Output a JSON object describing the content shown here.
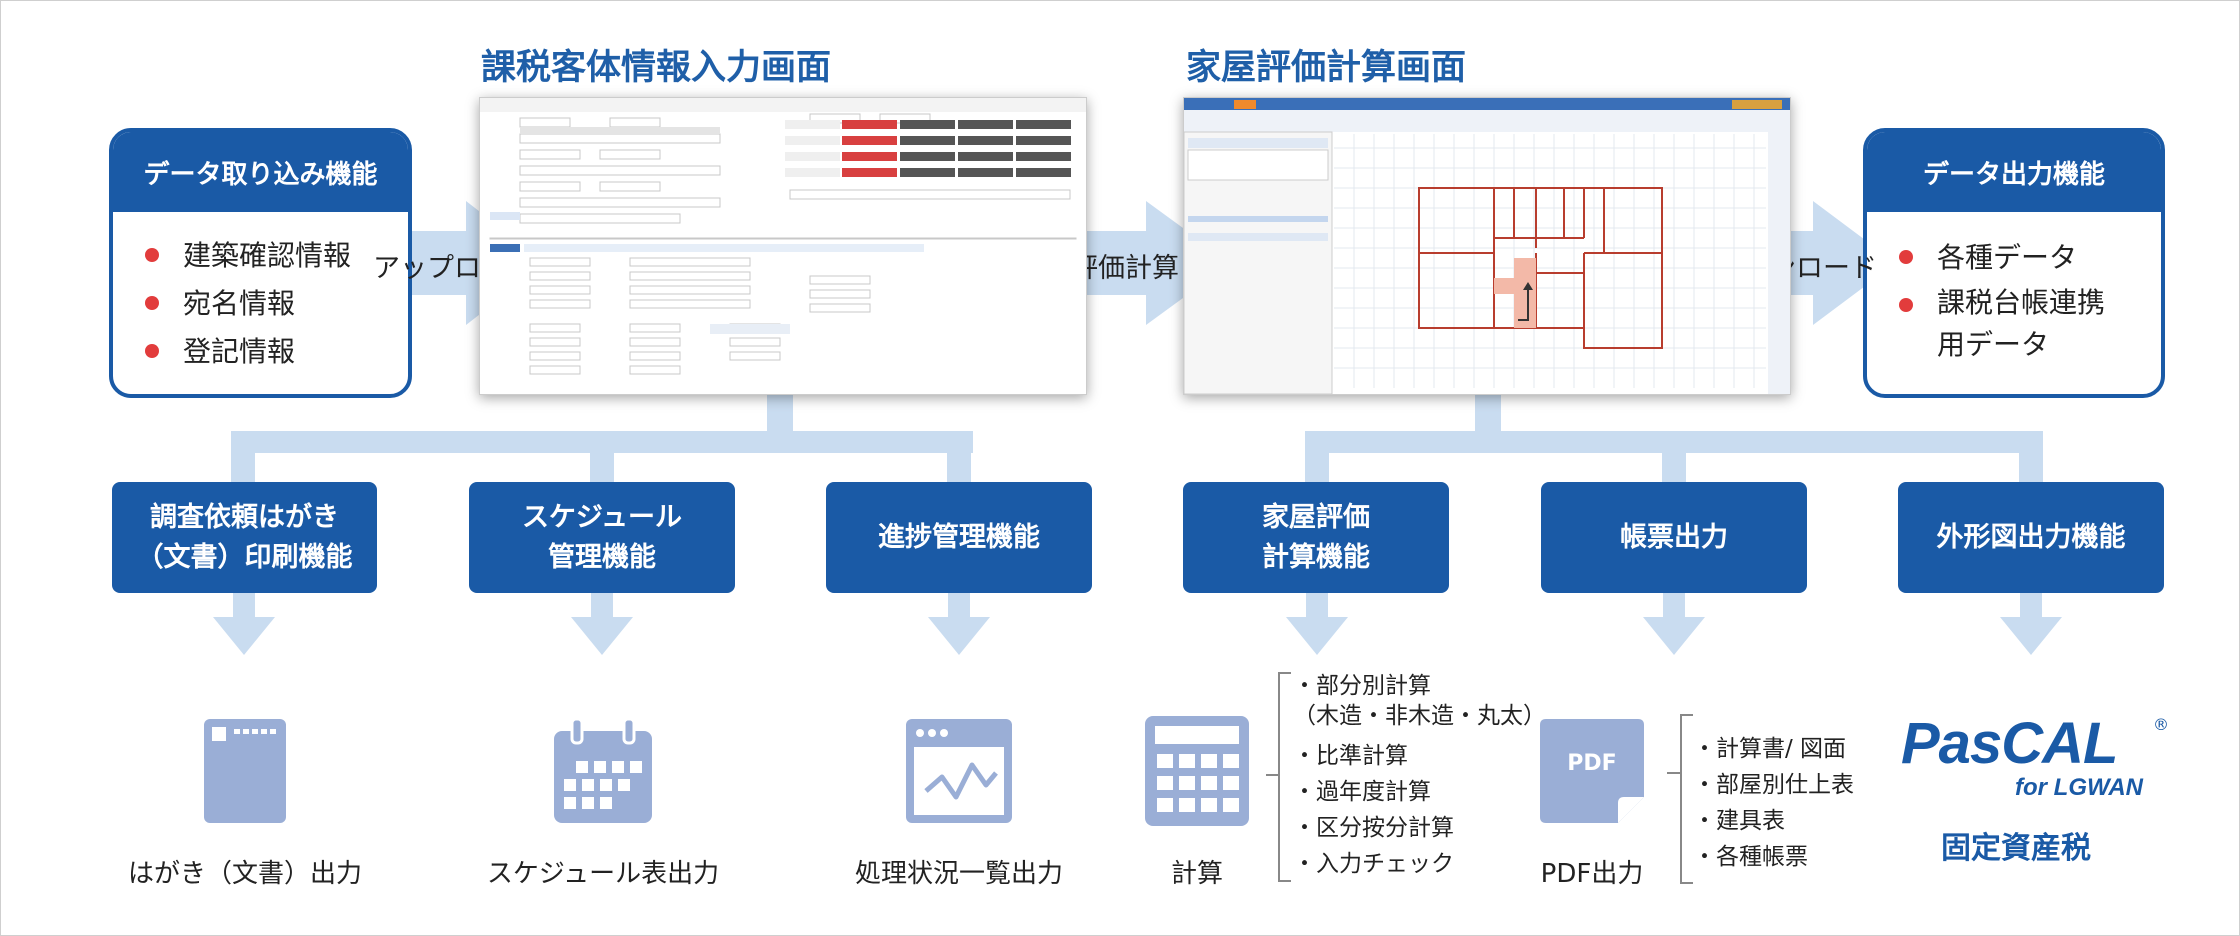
{
  "titles": {
    "input_screen": "課税客体情報入力画面",
    "calc_screen": "家屋評価計算画面"
  },
  "import_box": {
    "heading": "データ取り込み機能",
    "items": [
      "建築確認情報",
      "宛名情報",
      "登記情報"
    ]
  },
  "export_box": {
    "heading": "データ出力機能",
    "items": [
      "各種データ",
      "課税台帳連携用データ"
    ]
  },
  "flow_labels": {
    "upload": "アップロード",
    "evaluate": "評価計算",
    "download": "ダウンロード"
  },
  "functions": [
    {
      "line1": "調査依頼はがき",
      "line2": "（文書）印刷機能"
    },
    {
      "line1": "スケジュール",
      "line2": "管理機能"
    },
    {
      "line1": "進捗管理機能",
      "line2": ""
    },
    {
      "line1": "家屋評価",
      "line2": "計算機能"
    },
    {
      "line1": "帳票出力",
      "line2": ""
    },
    {
      "line1": "外形図出力機能",
      "line2": ""
    }
  ],
  "outputs": {
    "postcard": "はがき（文書）出力",
    "schedule": "スケジュール表出力",
    "status": "処理状況一覧出力",
    "calc": "計算",
    "pdf": "PDF出力",
    "pdf_icon_text": "PDF"
  },
  "calc_notes": [
    "・部分別計算",
    "（木造・非木造・丸太）",
    "・比準計算",
    "・過年度計算",
    "・区分按分計算",
    "・入力チェック"
  ],
  "pdf_notes": [
    "・計算書/ 図面",
    "・部屋別仕上表",
    "・建具表",
    "・各種帳票"
  ],
  "brand": {
    "logo": "PasCAL",
    "registered": "®",
    "sub": "for LGWAN",
    "caption": "固定資産税"
  },
  "colors": {
    "primary": "#1a5aa6",
    "connector": "#c9dcf0",
    "icon": "#9aaed6",
    "bullet": "#e23c3c",
    "title": "#1f5fa8"
  }
}
